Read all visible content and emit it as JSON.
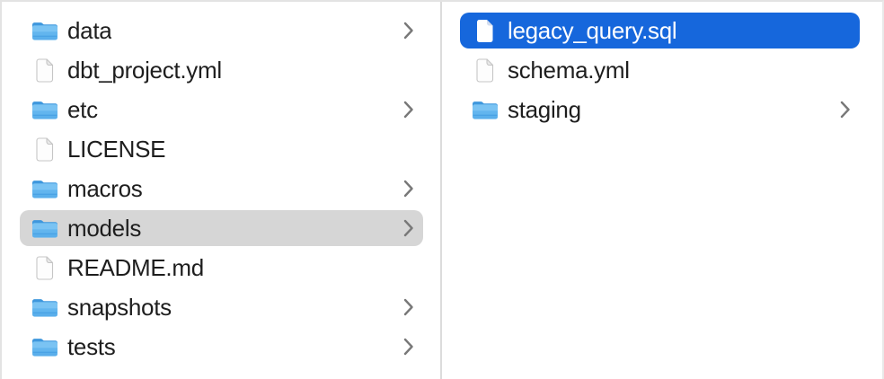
{
  "window": {
    "type": "finder-column-view",
    "background": "#ffffff"
  },
  "colors": {
    "selection_active_blue": "#1667dc",
    "selection_inactive_gray": "#d6d6d6",
    "text": "#1e1e1e",
    "selected_text": "#ffffff",
    "chevron_gray": "#787878",
    "divider": "#dcdcdc",
    "folder_body_blue": "#62b5ee",
    "folder_tab_blue": "#3e97dd"
  },
  "columns": [
    {
      "name": "left-column",
      "items": [
        {
          "label": "data",
          "type": "folder",
          "has_chevron": true,
          "selected": false
        },
        {
          "label": "dbt_project.yml",
          "type": "file",
          "has_chevron": false,
          "selected": false
        },
        {
          "label": "etc",
          "type": "folder",
          "has_chevron": true,
          "selected": false
        },
        {
          "label": "LICENSE",
          "type": "file",
          "has_chevron": false,
          "selected": false
        },
        {
          "label": "macros",
          "type": "folder",
          "has_chevron": true,
          "selected": false
        },
        {
          "label": "models",
          "type": "folder",
          "has_chevron": true,
          "selected": true,
          "selection_style": "inactive-gray"
        },
        {
          "label": "README.md",
          "type": "file",
          "has_chevron": false,
          "selected": false
        },
        {
          "label": "snapshots",
          "type": "folder",
          "has_chevron": true,
          "selected": false
        },
        {
          "label": "tests",
          "type": "folder",
          "has_chevron": true,
          "selected": false
        }
      ]
    },
    {
      "name": "right-column",
      "items": [
        {
          "label": "legacy_query.sql",
          "type": "file",
          "has_chevron": false,
          "selected": true,
          "selection_style": "active-blue"
        },
        {
          "label": "schema.yml",
          "type": "file",
          "has_chevron": false,
          "selected": false
        },
        {
          "label": "staging",
          "type": "folder",
          "has_chevron": true,
          "selected": false
        }
      ]
    }
  ]
}
